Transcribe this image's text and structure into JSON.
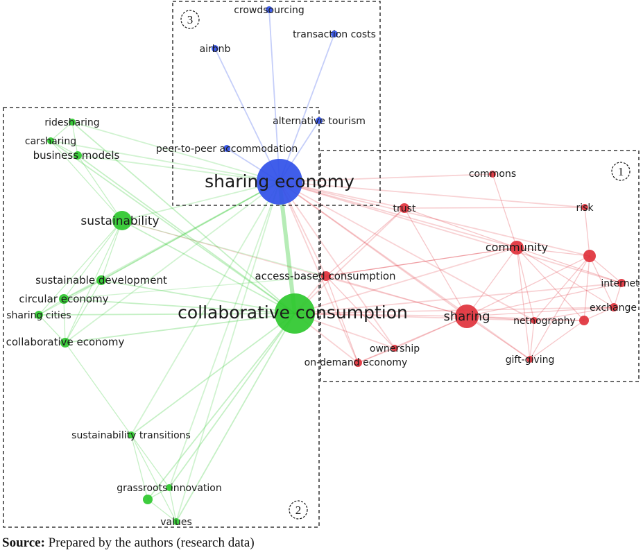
{
  "caption": {
    "label": "Source:",
    "text": "Prepared by the authors (research data)"
  },
  "clusters": [
    {
      "id": "1",
      "label": "1",
      "color": "#e0323c"
    },
    {
      "id": "2",
      "label": "2",
      "color": "#2ec82e"
    },
    {
      "id": "3",
      "label": "3",
      "color": "#3050e8"
    }
  ],
  "nodes": [
    {
      "id": "sharing-economy",
      "label": "sharing economy",
      "cluster": "3",
      "size": "xl"
    },
    {
      "id": "crowdsourcing",
      "label": "crowdsourcing",
      "cluster": "3",
      "size": "s"
    },
    {
      "id": "transaction-costs",
      "label": "transaction costs",
      "cluster": "3",
      "size": "s"
    },
    {
      "id": "airbnb",
      "label": "airbnb",
      "cluster": "3",
      "size": "s"
    },
    {
      "id": "alternative-tourism",
      "label": "alternative tourism",
      "cluster": "3",
      "size": "s"
    },
    {
      "id": "peer-to-peer-accommodation",
      "label": "peer-to-peer accommodation",
      "cluster": "3",
      "size": "s"
    },
    {
      "id": "collaborative-consumption",
      "label": "collaborative consumption",
      "cluster": "2",
      "size": "xl"
    },
    {
      "id": "ridesharing",
      "label": "ridesharing",
      "cluster": "2",
      "size": "s"
    },
    {
      "id": "carsharing",
      "label": "carsharing",
      "cluster": "2",
      "size": "s"
    },
    {
      "id": "business-models",
      "label": "business models",
      "cluster": "2",
      "size": "s"
    },
    {
      "id": "sustainability",
      "label": "sustainability",
      "cluster": "2",
      "size": "l"
    },
    {
      "id": "sustainable-development",
      "label": "sustainable development",
      "cluster": "2",
      "size": "s"
    },
    {
      "id": "circular-economy",
      "label": "circular economy",
      "cluster": "2",
      "size": "s"
    },
    {
      "id": "sharing-cities",
      "label": "sharing cities",
      "cluster": "2",
      "size": "s"
    },
    {
      "id": "collaborative-economy",
      "label": "collaborative economy",
      "cluster": "2",
      "size": "s"
    },
    {
      "id": "sustainability-transitions",
      "label": "sustainability transitions",
      "cluster": "2",
      "size": "s"
    },
    {
      "id": "grassroots-innovation",
      "label": "grassroots innovation",
      "cluster": "2",
      "size": "s"
    },
    {
      "id": "green-unlabeled",
      "label": "",
      "cluster": "2",
      "size": "s"
    },
    {
      "id": "values",
      "label": "values",
      "cluster": "2",
      "size": "s"
    },
    {
      "id": "commons",
      "label": "commons",
      "cluster": "1",
      "size": "s"
    },
    {
      "id": "trust",
      "label": "trust",
      "cluster": "1",
      "size": "s"
    },
    {
      "id": "risk",
      "label": "risk",
      "cluster": "1",
      "size": "s"
    },
    {
      "id": "community",
      "label": "community",
      "cluster": "1",
      "size": "m"
    },
    {
      "id": "red-unlabeled-1",
      "label": "",
      "cluster": "1",
      "size": "s"
    },
    {
      "id": "access-based-consumption",
      "label": "access-based consumption",
      "cluster": "1",
      "size": "s"
    },
    {
      "id": "internet",
      "label": "internet",
      "cluster": "1",
      "size": "s"
    },
    {
      "id": "exchange",
      "label": "exchange",
      "cluster": "1",
      "size": "s"
    },
    {
      "id": "sharing",
      "label": "sharing",
      "cluster": "1",
      "size": "l"
    },
    {
      "id": "netnography",
      "label": "netnography",
      "cluster": "1",
      "size": "s"
    },
    {
      "id": "red-unlabeled-2",
      "label": "",
      "cluster": "1",
      "size": "s"
    },
    {
      "id": "ownership",
      "label": "ownership",
      "cluster": "1",
      "size": "s"
    },
    {
      "id": "on-demand-economy",
      "label": "on-demand economy",
      "cluster": "1",
      "size": "s"
    },
    {
      "id": "gift-giving",
      "label": "gift-giving",
      "cluster": "1",
      "size": "s"
    }
  ],
  "edges": [
    [
      "sharing-economy",
      "crowdsourcing"
    ],
    [
      "sharing-economy",
      "transaction-costs"
    ],
    [
      "sharing-economy",
      "airbnb"
    ],
    [
      "sharing-economy",
      "alternative-tourism"
    ],
    [
      "sharing-economy",
      "peer-to-peer-accommodation"
    ],
    [
      "sharing-economy",
      "collaborative-consumption"
    ],
    [
      "sharing-economy",
      "ridesharing"
    ],
    [
      "sharing-economy",
      "carsharing"
    ],
    [
      "sharing-economy",
      "business-models"
    ],
    [
      "sharing-economy",
      "sustainability"
    ],
    [
      "sharing-economy",
      "sustainable-development"
    ],
    [
      "sharing-economy",
      "circular-economy"
    ],
    [
      "sharing-economy",
      "sharing-cities"
    ],
    [
      "sharing-economy",
      "collaborative-economy"
    ],
    [
      "sharing-economy",
      "sustainability-transitions"
    ],
    [
      "sharing-economy",
      "grassroots-innovation"
    ],
    [
      "sharing-economy",
      "values"
    ],
    [
      "sharing-economy",
      "commons"
    ],
    [
      "sharing-economy",
      "trust"
    ],
    [
      "sharing-economy",
      "risk"
    ],
    [
      "sharing-economy",
      "community"
    ],
    [
      "sharing-economy",
      "access-based-consumption"
    ],
    [
      "sharing-economy",
      "sharing"
    ],
    [
      "sharing-economy",
      "netnography"
    ],
    [
      "sharing-economy",
      "ownership"
    ],
    [
      "sharing-economy",
      "on-demand-economy"
    ],
    [
      "sharing-economy",
      "gift-giving"
    ],
    [
      "sharing-economy",
      "red-unlabeled-1"
    ],
    [
      "sharing-economy",
      "internet"
    ],
    [
      "collaborative-consumption",
      "ridesharing"
    ],
    [
      "collaborative-consumption",
      "carsharing"
    ],
    [
      "collaborative-consumption",
      "business-models"
    ],
    [
      "collaborative-consumption",
      "sustainability"
    ],
    [
      "collaborative-consumption",
      "sustainable-development"
    ],
    [
      "collaborative-consumption",
      "circular-economy"
    ],
    [
      "collaborative-consumption",
      "sharing-cities"
    ],
    [
      "collaborative-consumption",
      "collaborative-economy"
    ],
    [
      "collaborative-consumption",
      "sustainability-transitions"
    ],
    [
      "collaborative-consumption",
      "grassroots-innovation"
    ],
    [
      "collaborative-consumption",
      "green-unlabeled"
    ],
    [
      "collaborative-consumption",
      "values"
    ],
    [
      "collaborative-consumption",
      "sharing"
    ],
    [
      "collaborative-consumption",
      "access-based-consumption"
    ],
    [
      "collaborative-consumption",
      "trust"
    ],
    [
      "collaborative-consumption",
      "community"
    ],
    [
      "collaborative-consumption",
      "ownership"
    ],
    [
      "collaborative-consumption",
      "on-demand-economy"
    ],
    [
      "collaborative-consumption",
      "exchange"
    ],
    [
      "collaborative-consumption",
      "internet"
    ],
    [
      "collaborative-consumption",
      "netnography"
    ],
    [
      "ridesharing",
      "carsharing"
    ],
    [
      "ridesharing",
      "business-models"
    ],
    [
      "carsharing",
      "business-models"
    ],
    [
      "business-models",
      "sustainability"
    ],
    [
      "carsharing",
      "sustainability"
    ],
    [
      "sustainability",
      "sustainable-development"
    ],
    [
      "sustainability",
      "circular-economy"
    ],
    [
      "sustainability",
      "collaborative-economy"
    ],
    [
      "sustainability",
      "sharing"
    ],
    [
      "sustainability",
      "sharing-cities"
    ],
    [
      "sustainable-development",
      "circular-economy"
    ],
    [
      "circular-economy",
      "sharing-cities"
    ],
    [
      "circular-economy",
      "collaborative-economy"
    ],
    [
      "sharing-cities",
      "collaborative-economy"
    ],
    [
      "collaborative-economy",
      "sustainability-transitions"
    ],
    [
      "sustainability-transitions",
      "grassroots-innovation"
    ],
    [
      "sustainability-transitions",
      "values"
    ],
    [
      "grassroots-innovation",
      "values"
    ],
    [
      "grassroots-innovation",
      "green-unlabeled"
    ],
    [
      "green-unlabeled",
      "values"
    ],
    [
      "sustainability-transitions",
      "green-unlabeled"
    ],
    [
      "sustainable-development",
      "collaborative-economy"
    ],
    [
      "sharing",
      "community"
    ],
    [
      "sharing",
      "trust"
    ],
    [
      "sharing",
      "access-based-consumption"
    ],
    [
      "sharing",
      "ownership"
    ],
    [
      "sharing",
      "gift-giving"
    ],
    [
      "sharing",
      "netnography"
    ],
    [
      "sharing",
      "exchange"
    ],
    [
      "sharing",
      "internet"
    ],
    [
      "sharing",
      "red-unlabeled-1"
    ],
    [
      "sharing",
      "red-unlabeled-2"
    ],
    [
      "sharing",
      "on-demand-economy"
    ],
    [
      "community",
      "commons"
    ],
    [
      "community",
      "netnography"
    ],
    [
      "community",
      "gift-giving"
    ],
    [
      "community",
      "exchange"
    ],
    [
      "community",
      "red-unlabeled-1"
    ],
    [
      "community",
      "internet"
    ],
    [
      "community",
      "red-unlabeled-2"
    ],
    [
      "community",
      "access-based-consumption"
    ],
    [
      "trust",
      "risk"
    ],
    [
      "trust",
      "community"
    ],
    [
      "trust",
      "access-based-consumption"
    ],
    [
      "risk",
      "red-unlabeled-1"
    ],
    [
      "red-unlabeled-1",
      "internet"
    ],
    [
      "red-unlabeled-1",
      "exchange"
    ],
    [
      "red-unlabeled-1",
      "netnography"
    ],
    [
      "red-unlabeled-1",
      "red-unlabeled-2"
    ],
    [
      "red-unlabeled-1",
      "gift-giving"
    ],
    [
      "internet",
      "exchange"
    ],
    [
      "exchange",
      "netnography"
    ],
    [
      "exchange",
      "red-unlabeled-2"
    ],
    [
      "netnography",
      "gift-giving"
    ],
    [
      "netnography",
      "red-unlabeled-2"
    ],
    [
      "gift-giving",
      "red-unlabeled-2"
    ],
    [
      "access-based-consumption",
      "ownership"
    ],
    [
      "access-based-consumption",
      "on-demand-economy"
    ],
    [
      "access-based-consumption",
      "community"
    ],
    [
      "ownership",
      "on-demand-economy"
    ],
    [
      "access-based-consumption",
      "sustainability"
    ],
    [
      "access-based-consumption",
      "circular-economy"
    ]
  ]
}
